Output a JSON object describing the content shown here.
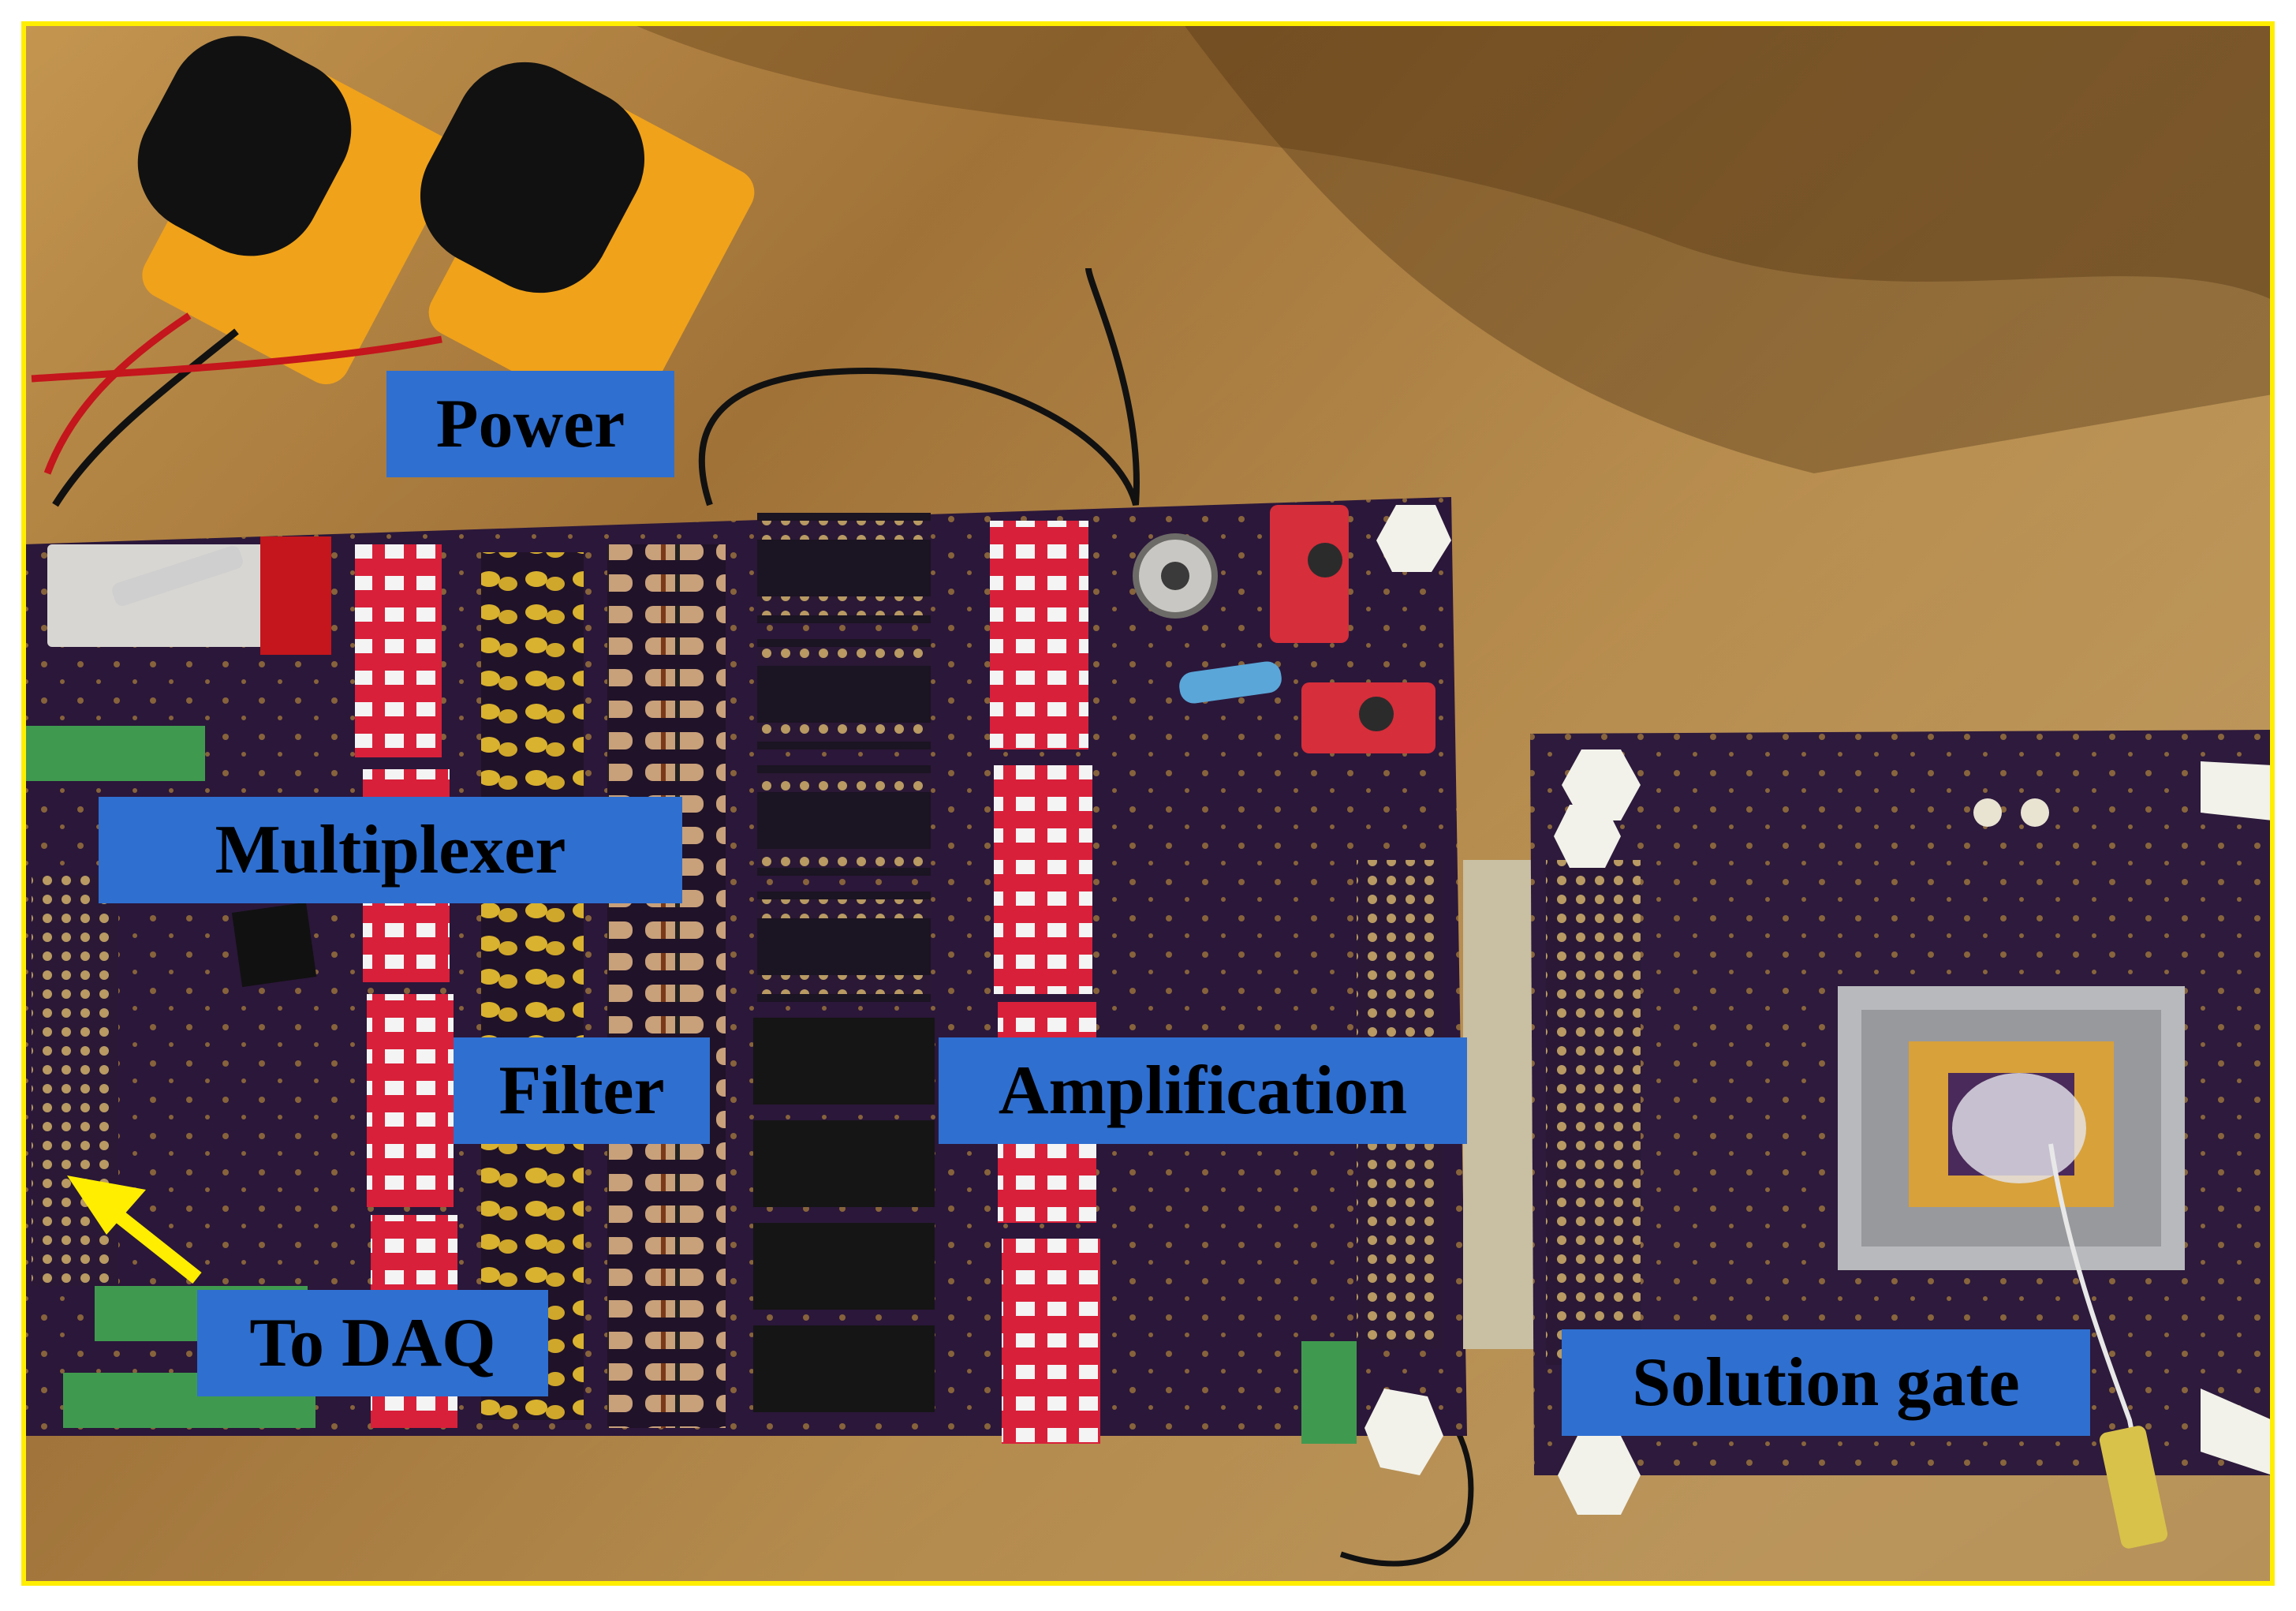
{
  "figure": {
    "border_color": "#ffee00",
    "background_color": "#b98a45",
    "label_color": "#2f6fd0",
    "labels": {
      "power": "Power",
      "multiplexer": "Multiplexer",
      "filter": "Filter",
      "amplification": "Amplification",
      "to_daq": "To DAQ",
      "solution_gate": "Solution gate"
    },
    "arrow_color": "#ffee00",
    "arrow_icon": "arrow-up-left-icon"
  }
}
